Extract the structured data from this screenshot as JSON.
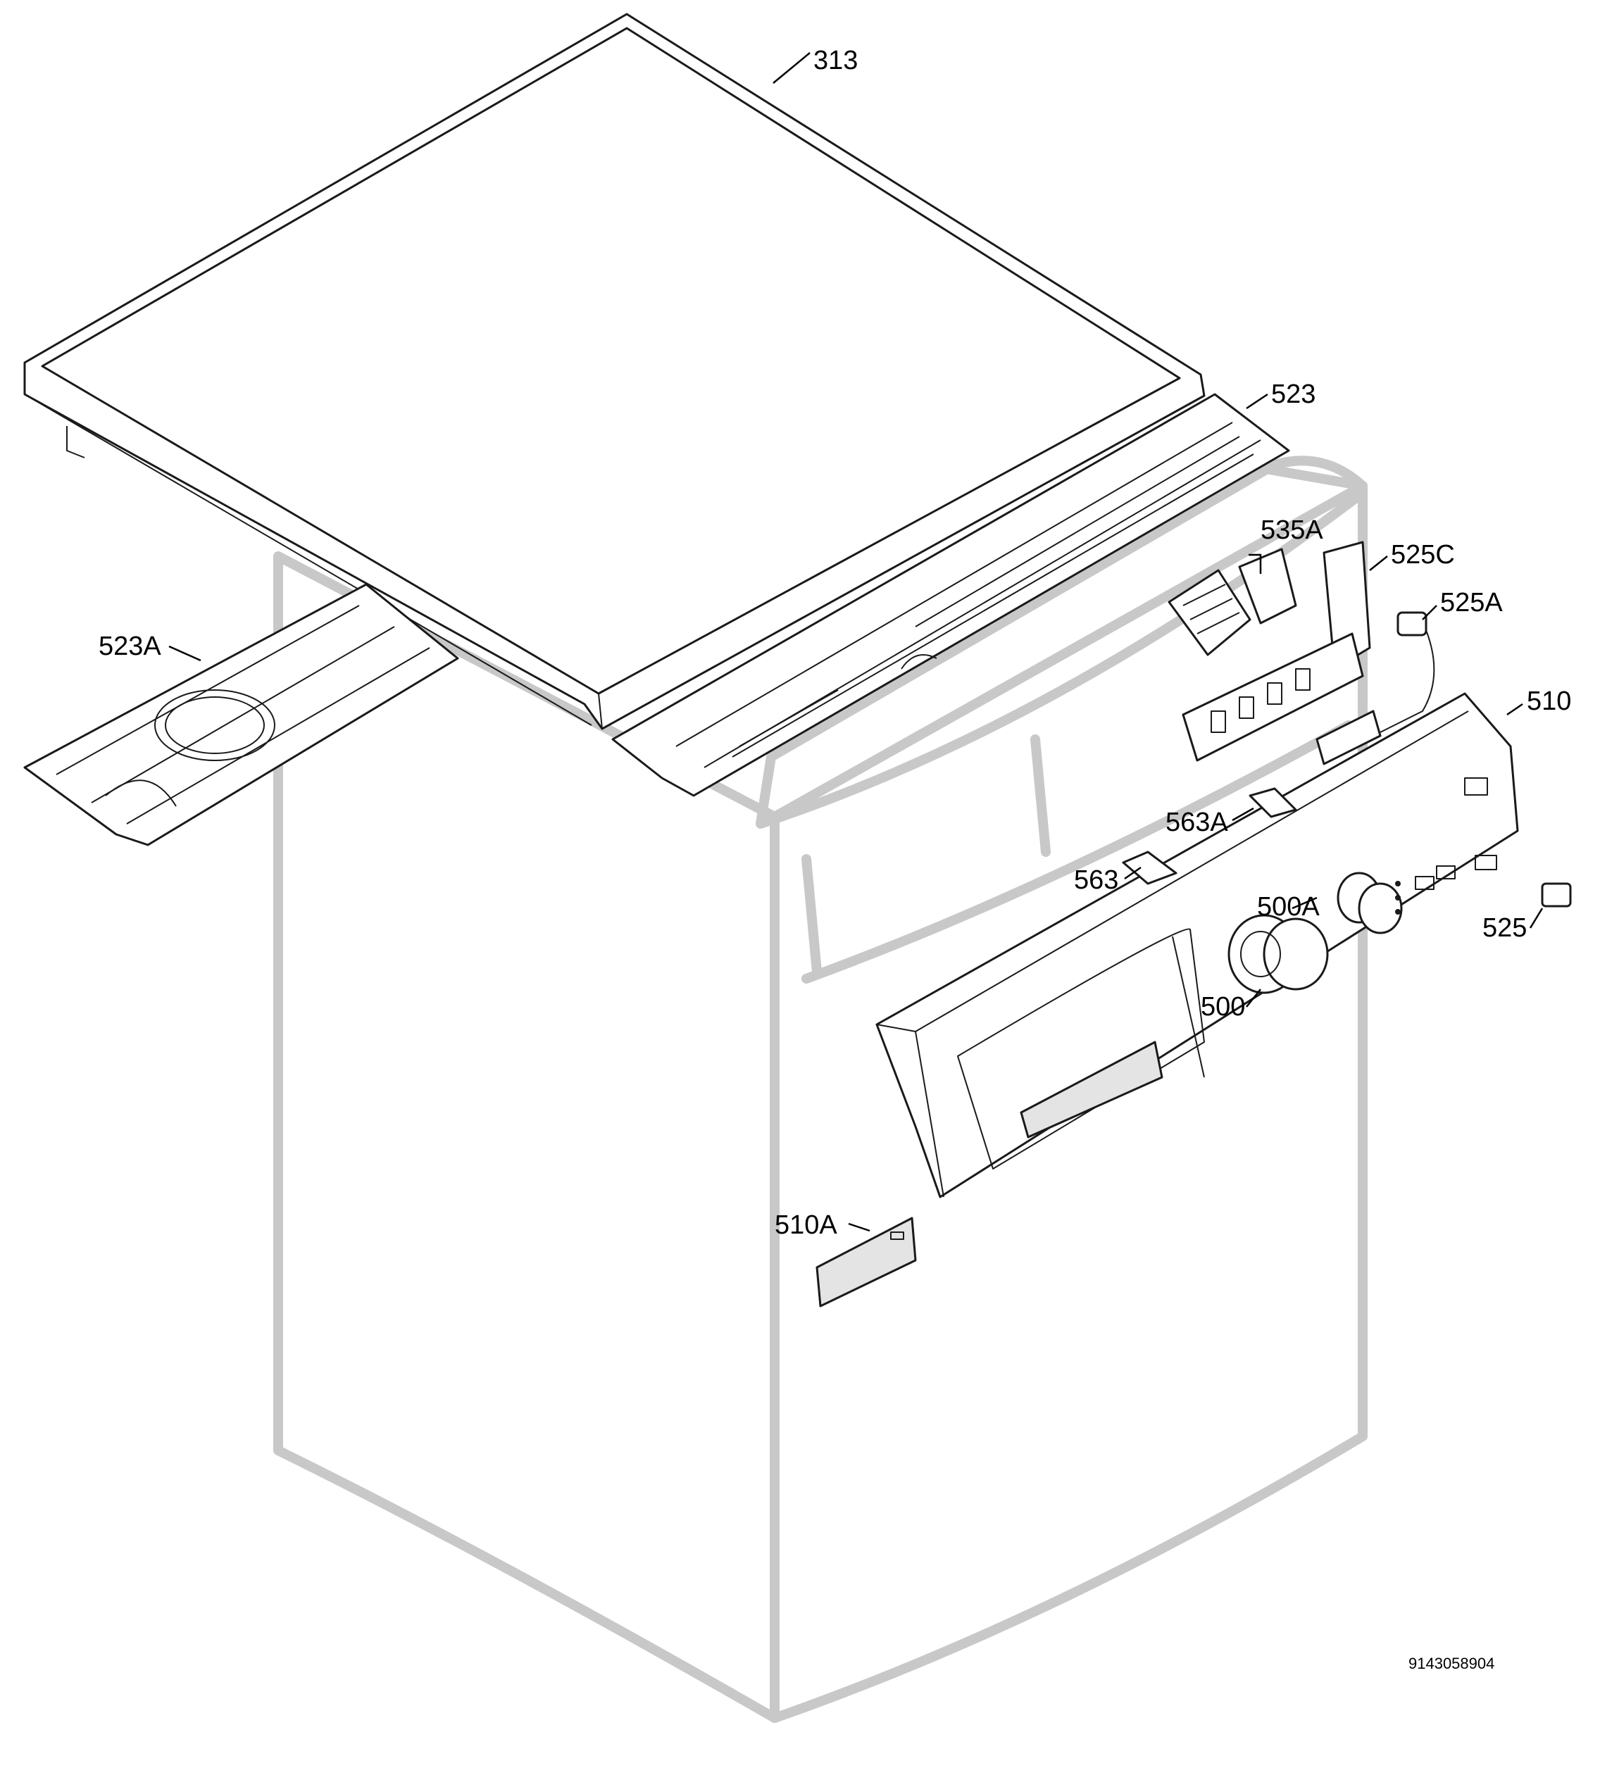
{
  "diagram": {
    "document_number": "9143058904",
    "callouts": [
      {
        "id": "313",
        "label": "313"
      },
      {
        "id": "523",
        "label": "523"
      },
      {
        "id": "523A",
        "label": "523A"
      },
      {
        "id": "535A",
        "label": "535A"
      },
      {
        "id": "525C",
        "label": "525C"
      },
      {
        "id": "525A",
        "label": "525A"
      },
      {
        "id": "510",
        "label": "510"
      },
      {
        "id": "563A",
        "label": "563A"
      },
      {
        "id": "563",
        "label": "563"
      },
      {
        "id": "500A",
        "label": "500A"
      },
      {
        "id": "525",
        "label": "525"
      },
      {
        "id": "500",
        "label": "500"
      },
      {
        "id": "510A",
        "label": "510A"
      }
    ]
  }
}
